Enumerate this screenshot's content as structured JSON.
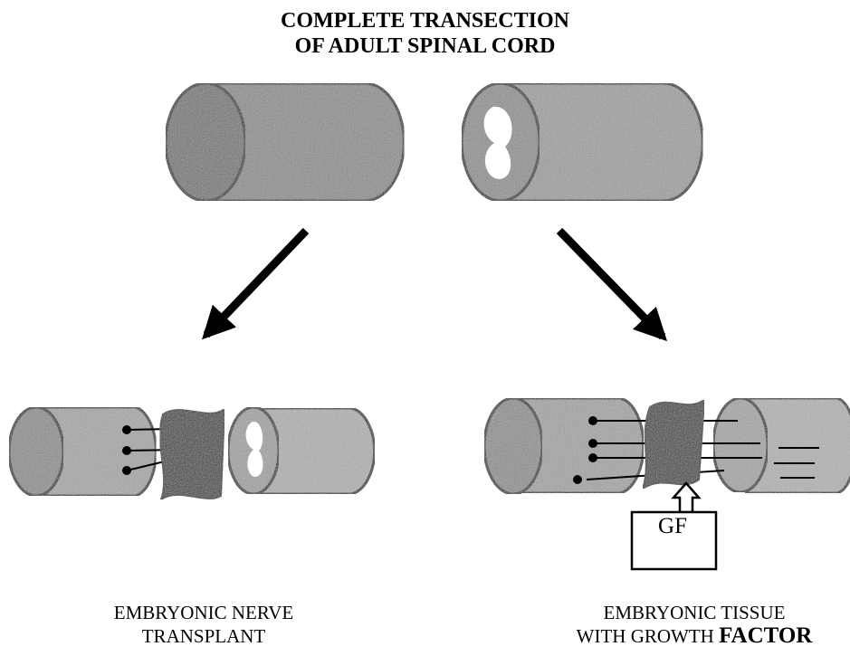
{
  "title": {
    "line1": "COMPLETE TRANSECTION",
    "line2": "OF ADULT SPINAL CORD"
  },
  "left_caption": {
    "line1": "EMBRYONIC NERVE",
    "line2": "TRANSPLANT"
  },
  "right_caption": {
    "line1": "EMBRYONIC TISSUE",
    "line2_a": "WITH GROWTH ",
    "line2_b": "FACTOR"
  },
  "gf_box_label": "GF",
  "colors": {
    "ink": "#000000",
    "cord_fill": "#9a9a9a",
    "graft_fill": "#2a2a2a"
  }
}
